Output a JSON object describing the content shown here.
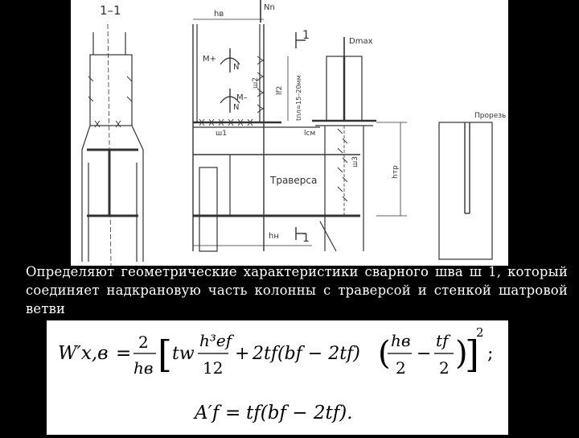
{
  "drawing": {
    "section_label": "1–1",
    "labels": {
      "hv": "hв",
      "Nn": "Nn",
      "marker_top": "1",
      "marker_bottom": "1",
      "Dmax": "Dmax",
      "M_plus": "M+",
      "M_minus": "M–",
      "N_top": "N",
      "N_bottom": "N",
      "w2": "ш2",
      "lf2": "lf2",
      "tpl": "tпл=15–20мм",
      "w1": "ш1",
      "lcm": "lсм",
      "w3": "ш3",
      "hmp": "hтр",
      "travers": "Траверса",
      "hn": "hн",
      "prorez": "Прорезь"
    }
  },
  "caption": "Определяют геометрические характеристики сварного шва ш 1, который соединяет надкрановую часть колонны с траверсой и стенкой шатровой ветви",
  "formula": {
    "line1": {
      "lhs": "W′x,в",
      "equals": "=",
      "coef_num": "2",
      "coef_den": "hв",
      "tw": "tw",
      "hef3": "h³ef",
      "den12": "12",
      "plus": "+",
      "term2": "2tf(bf − 2tf)",
      "hv2_num": "hв",
      "hv2_den": "2",
      "minus": "−",
      "tf_num": "tf",
      "tf_den": "2",
      "power": "2",
      "semicolon": ";"
    },
    "line2": {
      "lhs": "A′f",
      "equals": "=",
      "rhs": "tf(bf − 2tf)."
    }
  }
}
